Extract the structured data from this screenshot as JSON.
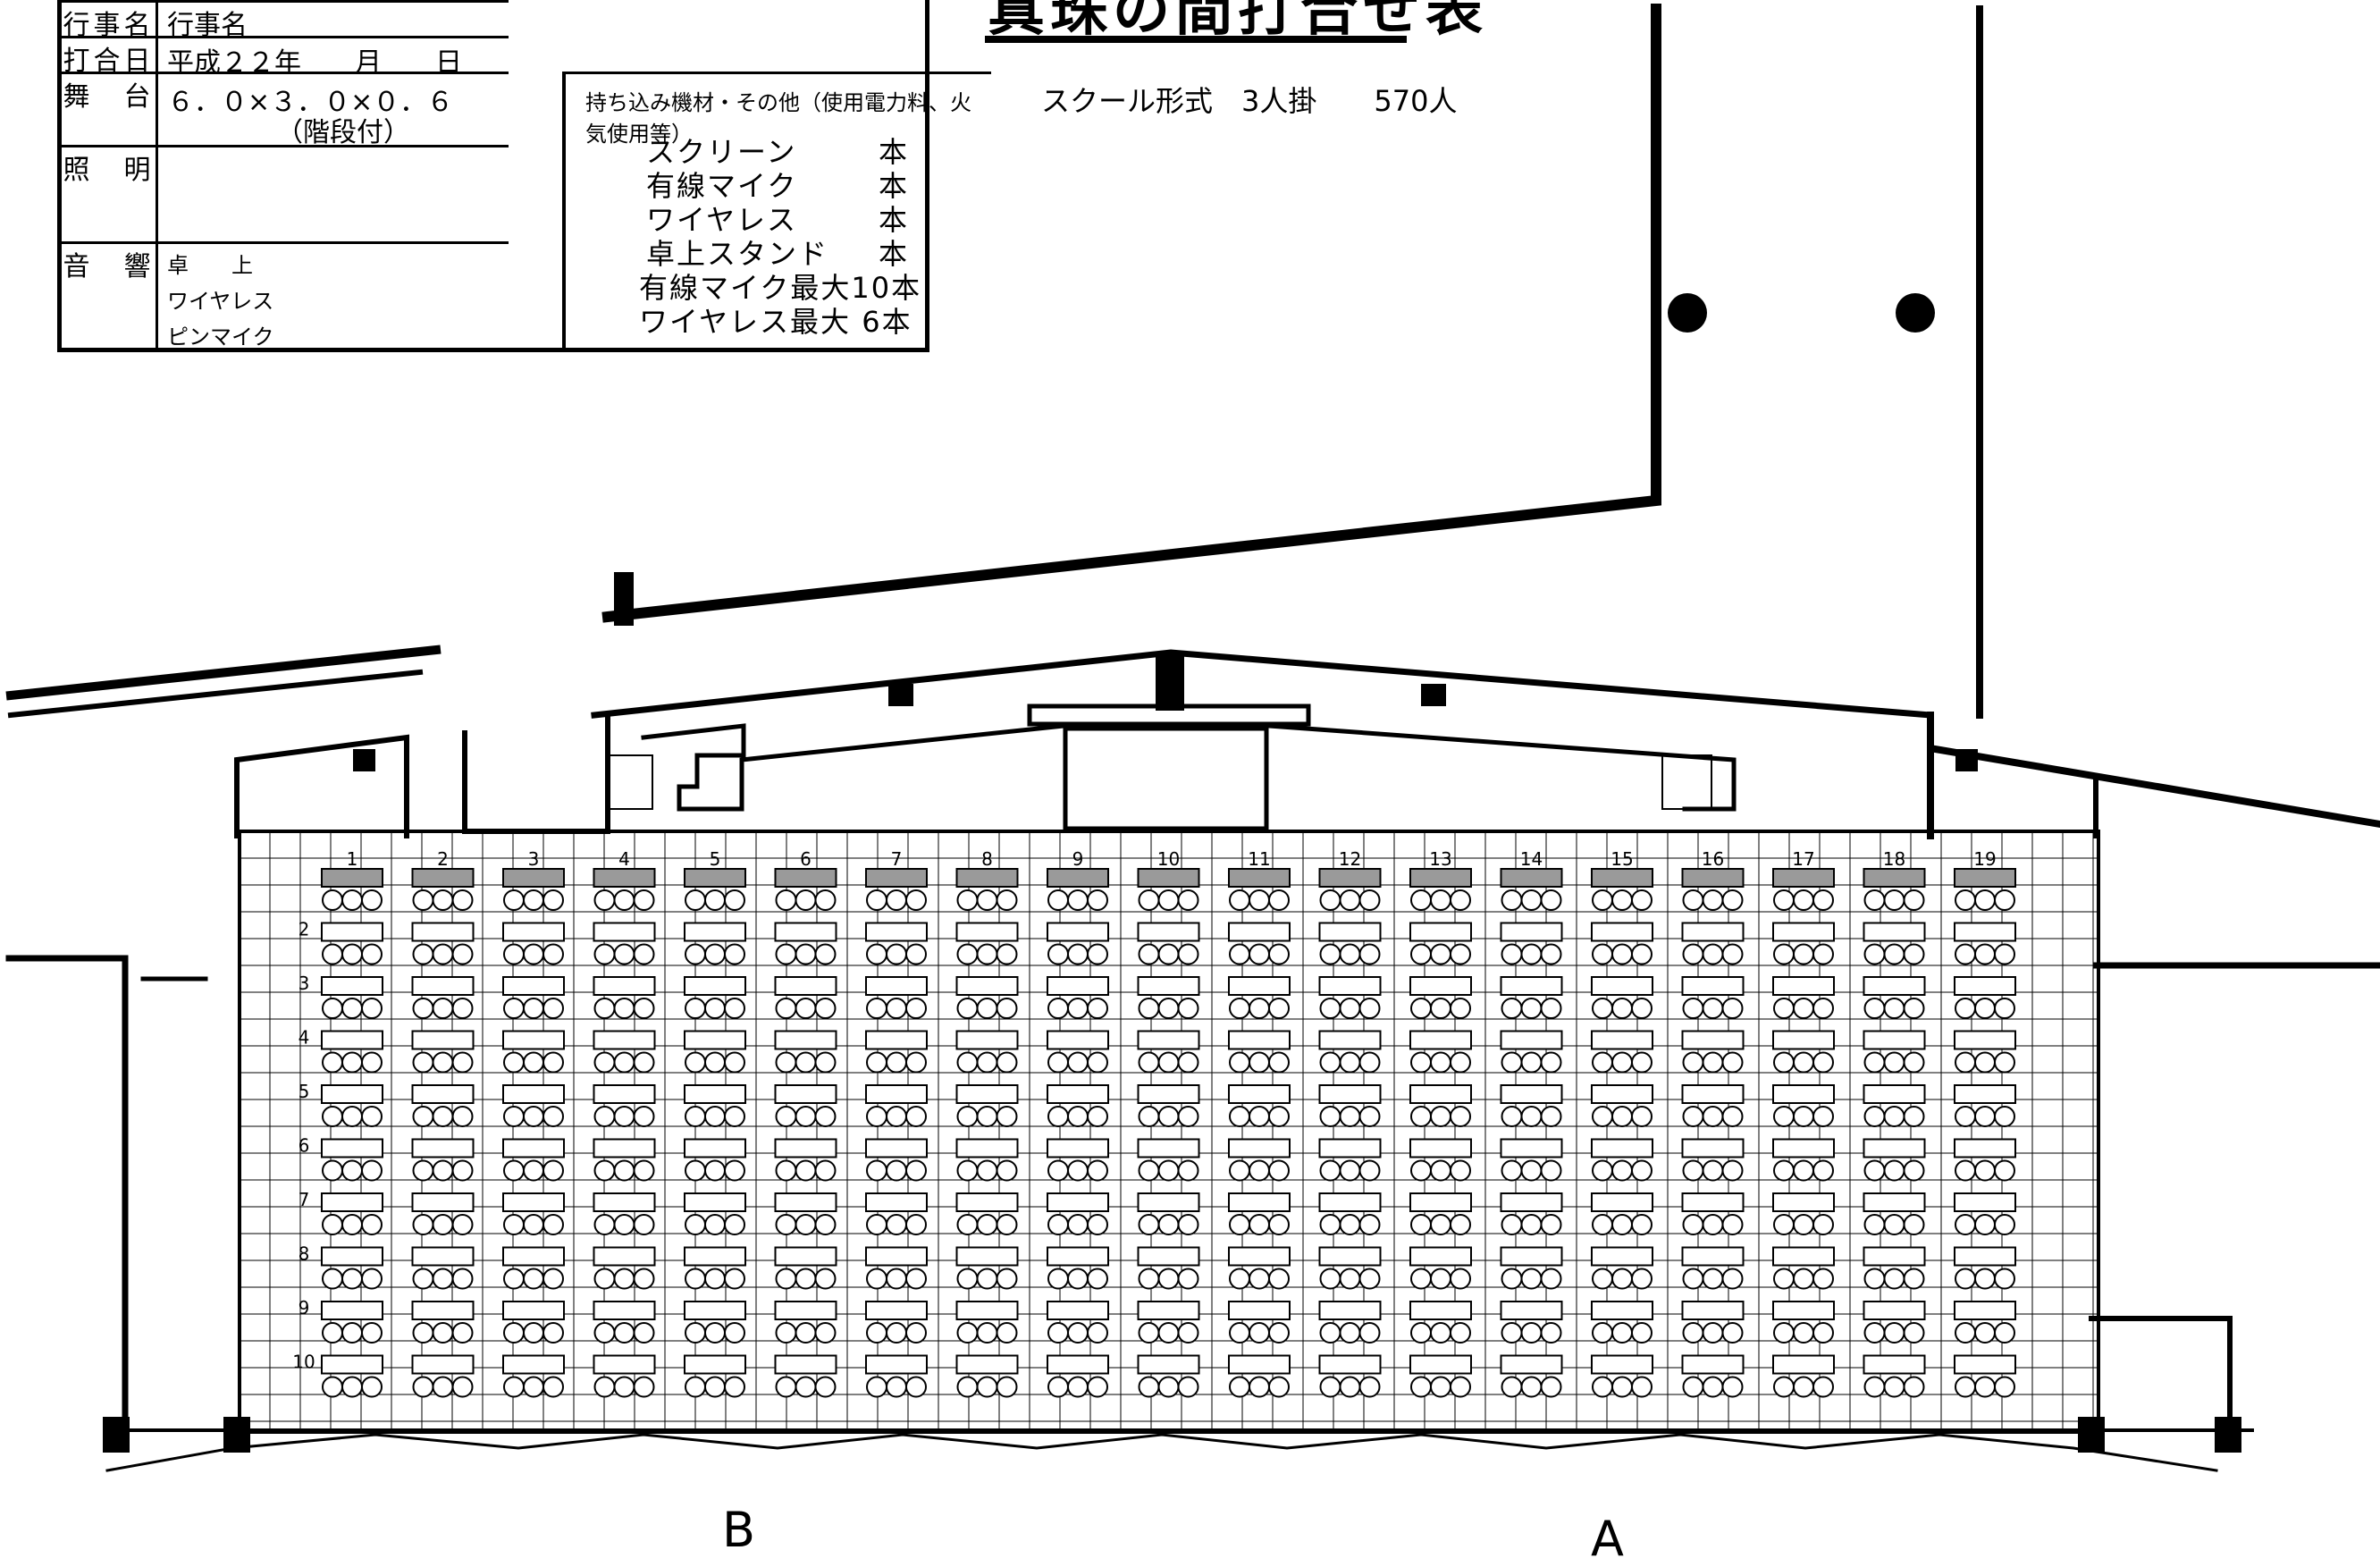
{
  "title": "真珠の間打合せ表",
  "subtitle": "スクール形式　3人掛　　570人",
  "info_table": {
    "rows": [
      {
        "label": "行事名",
        "value": "行事名"
      },
      {
        "label": "打合日",
        "value": "平成２２年　　月　　日"
      },
      {
        "label": "舞　台",
        "value": "６．０×３．０×０．６",
        "value2": "（階段付）"
      },
      {
        "label": "照　明",
        "value": ""
      },
      {
        "label": "音　響",
        "value": "卓　　上",
        "value2": "ワイヤレス",
        "value3": "ピンマイク"
      }
    ]
  },
  "equipment": {
    "header": "持ち込み機材・その他（使用電力料、火気使用等）",
    "items": [
      {
        "name": "スクリーン",
        "unit": "本"
      },
      {
        "name": "有線マイク",
        "unit": "本"
      },
      {
        "name": "ワイヤレス",
        "unit": "本"
      },
      {
        "name": "卓上スタンド",
        "unit": "本"
      },
      {
        "name": "有線マイク最大10本",
        "unit": ""
      },
      {
        "name": "ワイヤレス最大 6本",
        "unit": ""
      }
    ]
  },
  "columns": [
    "1",
    "2",
    "3",
    "4",
    "5",
    "6",
    "7",
    "8",
    "9",
    "10",
    "11",
    "12",
    "13",
    "14",
    "15",
    "16",
    "17",
    "18",
    "19"
  ],
  "rows": [
    "2",
    "3",
    "4",
    "5",
    "6",
    "7",
    "8",
    "9",
    "10"
  ],
  "labels": {
    "b": "B",
    "a": "A"
  }
}
